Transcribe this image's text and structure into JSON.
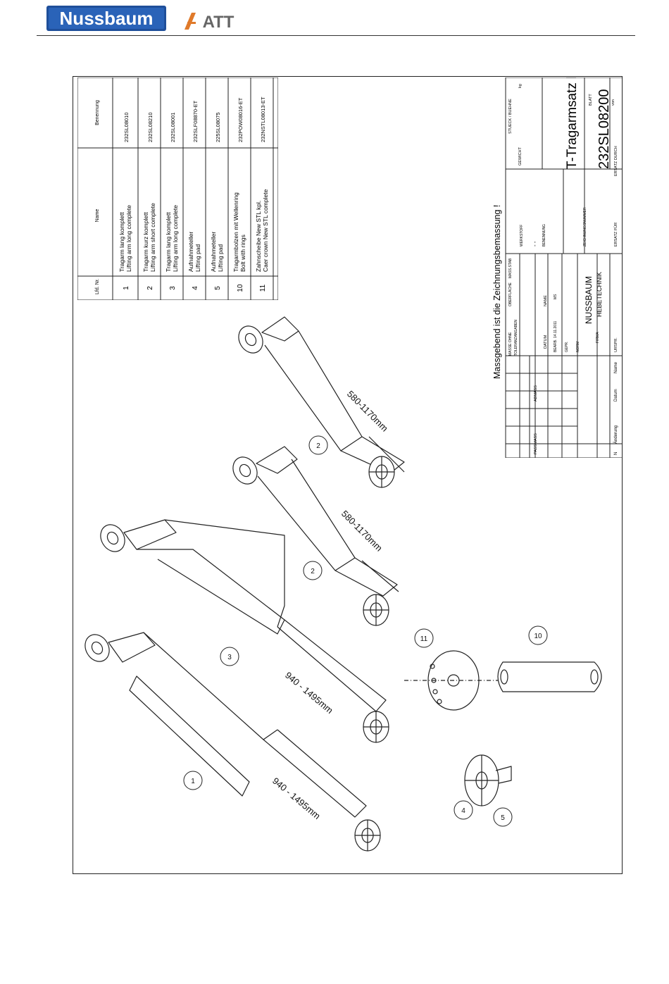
{
  "header": {
    "brand": "Nussbaum",
    "partner_brand": "ATT"
  },
  "parts_table": {
    "headers": {
      "pos": "Lfd. Nr.",
      "name": "Name",
      "designation": "Benennung"
    },
    "rows": [
      {
        "pos": "1",
        "name_de": "Tragarm lang komplett",
        "name_en": "Lifting arm long complete",
        "designation": "232SL08010"
      },
      {
        "pos": "2",
        "name_de": "Tragarm kurz komplett",
        "name_en": "Lifting arm short complete",
        "designation": "232SL08210"
      },
      {
        "pos": "3",
        "name_de": "Tragarm lang komplett",
        "name_en": "Lifting arm long complete",
        "designation": "232SL08001"
      },
      {
        "pos": "4",
        "name_de": "Aufnahmeteller",
        "name_en": "Lifting pad",
        "designation": "232SLF08870-ET"
      },
      {
        "pos": "5",
        "name_de": "Aufnahmeteller",
        "name_en": "Lifting pad",
        "designation": "225SL08075"
      },
      {
        "pos": "10",
        "name_de": "Tragarmbolzen mit Wellenring",
        "name_en": "Bolt with rings",
        "designation": "232POW08016-ET"
      },
      {
        "pos": "11",
        "name_de": "Zahnscheibe New STL kpl.",
        "name_en": "Caer crown New STL complete",
        "designation": "232NSTL08013-ET"
      }
    ]
  },
  "dimensions": {
    "short_arm_a": "580-1170mm",
    "short_arm_b": "580-1170mm",
    "long_arm_3": "940 - 1495mm",
    "long_arm_1": "940 - 1495mm"
  },
  "balloons": [
    "1",
    "2",
    "2",
    "3",
    "4",
    "5",
    "10",
    "11"
  ],
  "title_block": {
    "note": "Massgebend ist die Zeichnungsbemassung !",
    "stueck": "STUECK / BUEHNE",
    "gewicht": "GEWICHT",
    "gewicht_unit": "kg",
    "title": "T-Tragarmsatz komplett",
    "drawing_number": "232SL08200",
    "zeichnungsnummer_label": "ZEICHNUNGSNUMMER",
    "benennung_label": "BENENNUNG",
    "werkstoff_label": "WERKSTOFF",
    "werkstoff_value": "-   -",
    "ersatz_fuer": "ERSATZ FÜR",
    "ersatz_durch": "ERSATZ DURCH",
    "blatt": "BLATT",
    "von": "von",
    "firma_label": "FIRMA",
    "company": "NUSSBAUM",
    "company_sub": "HEBETECHNIK",
    "masse_ohne": "MASSE OHNE",
    "toleranzangaben": "TOLERANZANGABEN",
    "oberflaeche": "OBERFLÄCHE",
    "mass_stab": "MASS.STAB",
    "datum": "DATUM",
    "name": "NAME",
    "bearb": "BEARB.",
    "gepr": "GEPR.",
    "norm": "NORM",
    "bearb_date": "14.11.2011",
    "bearb_name": "MS",
    "passmass": "PASSMASS",
    "abmass": "ABMASS",
    "aenderung": "Änderung",
    "datum_rev": "Datum",
    "name_rev": "Name",
    "urspr": "URSPR.",
    "index": "N"
  }
}
